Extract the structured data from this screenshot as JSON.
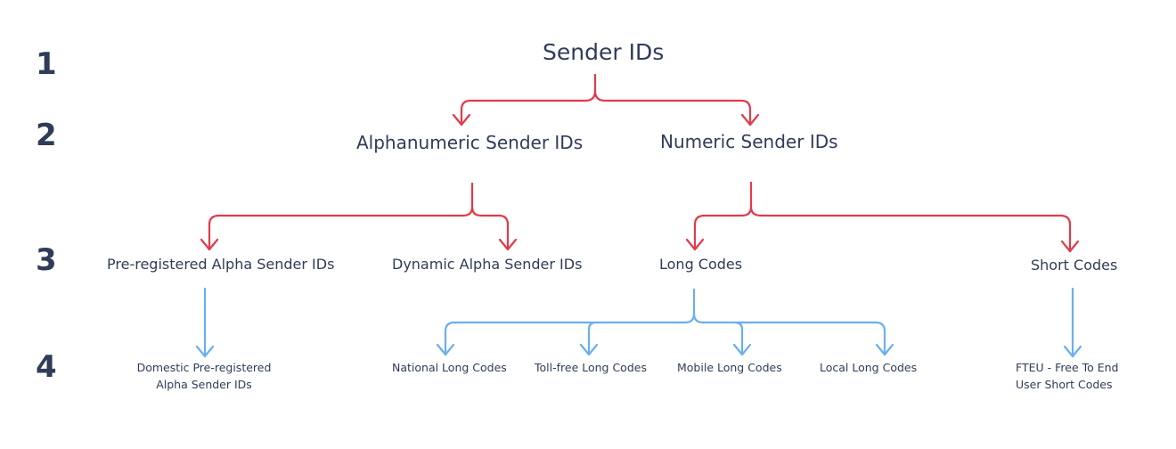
{
  "levels": [
    "1",
    "2",
    "3",
    "4"
  ],
  "colors": {
    "text": "#2f3c58",
    "primary_connector": "#e23a4b",
    "secondary_connector": "#6aaff0",
    "background": "#ffffff"
  },
  "tree": {
    "root": "Sender IDs",
    "level2": {
      "alphanumeric": "Alphanumeric Sender IDs",
      "numeric": "Numeric Sender IDs"
    },
    "level3": {
      "preregistered_alpha": "Pre-registered Alpha Sender IDs",
      "dynamic_alpha": "Dynamic Alpha Sender IDs",
      "long_codes": "Long Codes",
      "short_codes": "Short Codes"
    },
    "level4": {
      "domestic_preregistered": [
        "Domestic Pre-registered",
        "Alpha Sender IDs"
      ],
      "national_long": "National Long Codes",
      "tollfree_long": "Toll-free Long Codes",
      "mobile_long": "Mobile Long Codes",
      "local_long": "Local Long Codes",
      "fteu_short": [
        "FTEU - Free To End",
        "User Short Codes"
      ]
    }
  }
}
